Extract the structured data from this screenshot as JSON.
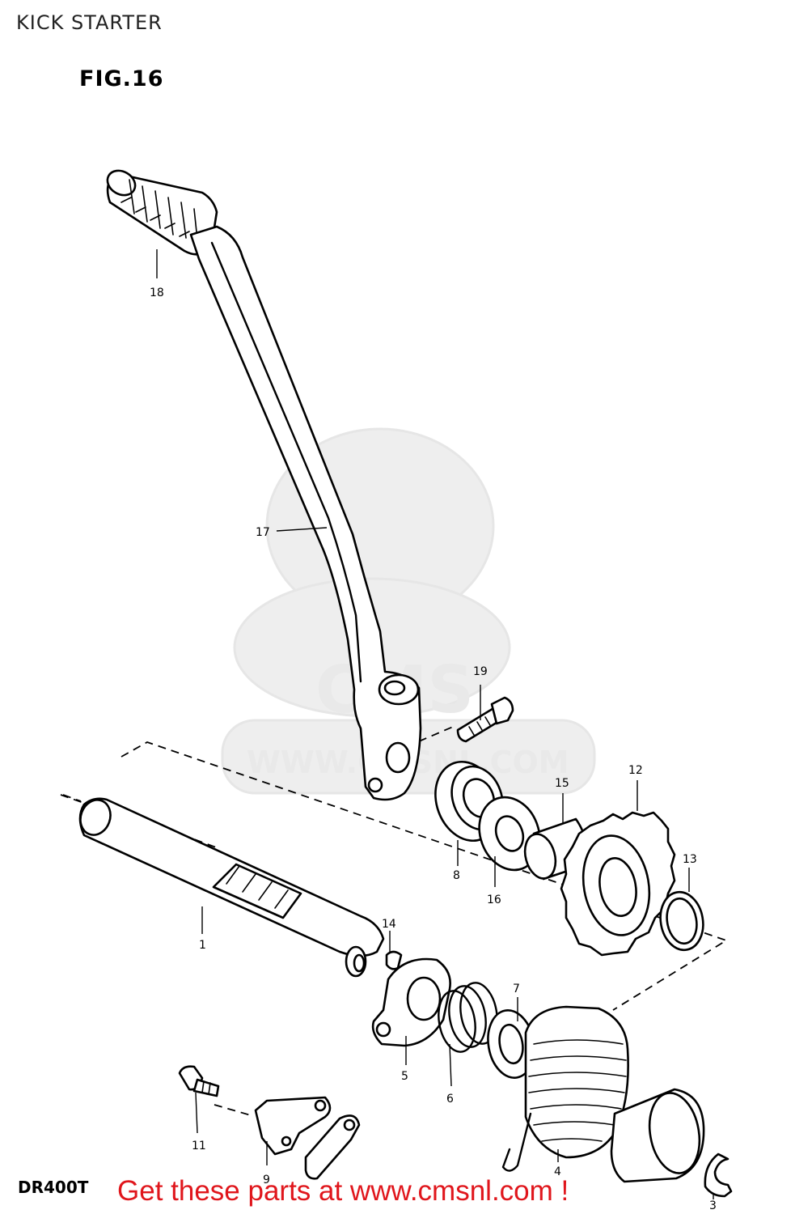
{
  "header": {
    "title": "KICK STARTER"
  },
  "figure": {
    "label": "FIG.16",
    "model_code": "DR400T"
  },
  "watermark": {
    "brand": "CMS",
    "url": "WWW.CMSNL.COM"
  },
  "footer": {
    "promo": "Get these parts at www.cmsnl.com !",
    "promo_color": "#e0161c"
  },
  "callouts": [
    "1",
    "3",
    "4",
    "5",
    "6",
    "7",
    "8",
    "9",
    "11",
    "12",
    "13",
    "14",
    "15",
    "16",
    "17",
    "18",
    "19"
  ]
}
